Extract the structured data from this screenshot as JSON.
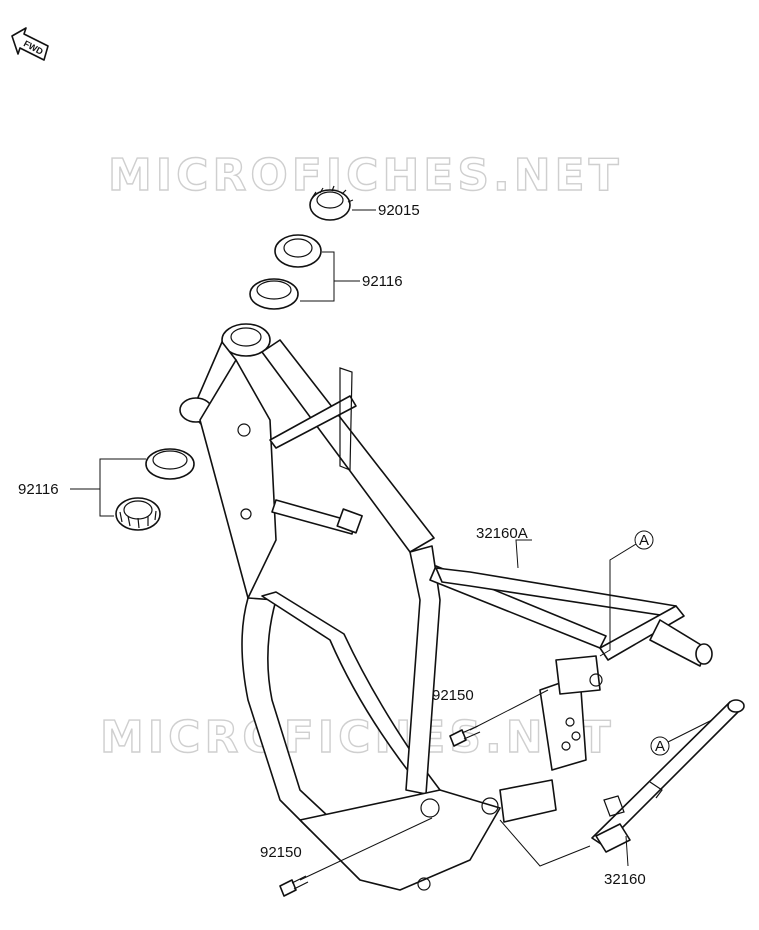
{
  "diagram": {
    "fwd_label": "FWD",
    "watermark_text": "MICROFICHES.NET",
    "callouts": {
      "nut_top": "92015",
      "bearing_top": "92116",
      "bearing_left": "92116",
      "frame_rear": "32160A",
      "bolt_mid": "92150",
      "bolt_bottom": "92150",
      "frame_sub": "32160"
    },
    "ref_marks": {
      "mark_a_top": "A",
      "mark_a_sub": "A"
    }
  }
}
